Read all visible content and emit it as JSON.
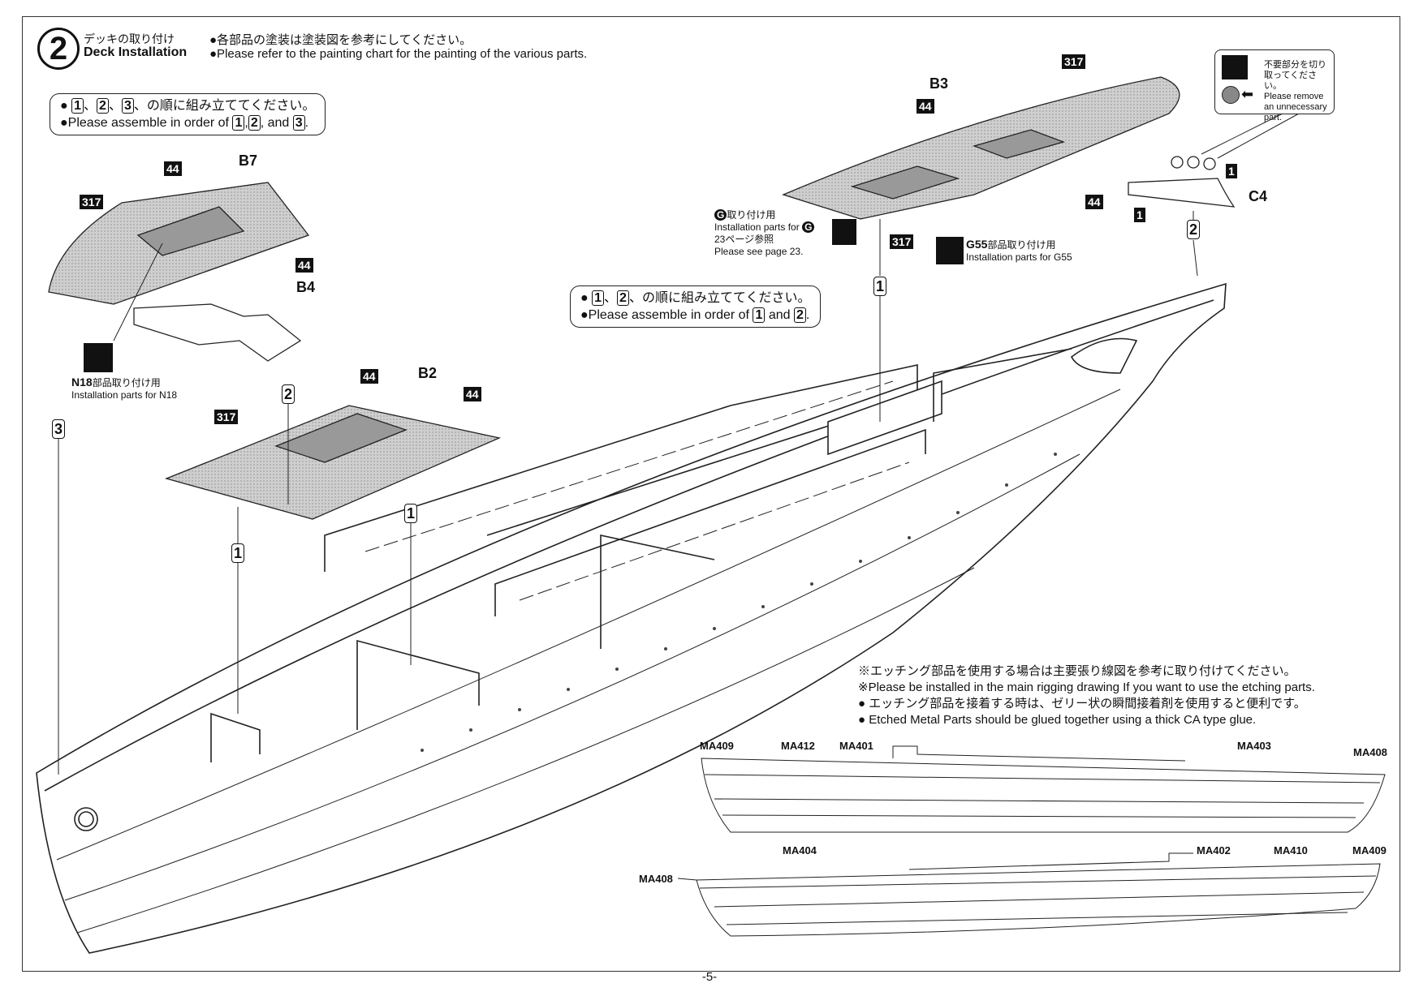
{
  "header": {
    "step_number": "2",
    "title_jp": "デッキの取り付け",
    "title_en": "Deck Installation",
    "note_jp": "●各部品の塗装は塗装図を参考にしてください。",
    "note_en": "●Please refer to the painting chart for the painting of the various parts."
  },
  "order_box_1": {
    "jp_prefix": "●",
    "jp_suffix": "、の順に組み立ててください。",
    "en_prefix": "●Please assemble in order of",
    "en_and": ", and",
    "steps": [
      "1",
      "2",
      "3"
    ]
  },
  "order_box_2": {
    "jp_prefix": "●",
    "jp_suffix": "、の順に組み立ててください。",
    "en_prefix": "●Please assemble in order of",
    "en_and": "and",
    "steps": [
      "1",
      "2"
    ]
  },
  "remove_note": {
    "jp": "不要部分を切り取ってください。",
    "en": "Please remove an unnecessary part."
  },
  "callouts": {
    "g_install_jp": "取り付け用",
    "g_letter": "G",
    "g_install_en": "Installation parts for",
    "g_page_jp": "23ページ参照",
    "g_page_en": "Please see page 23.",
    "g55_code": "G55",
    "g55_jp": "部品取り付け用",
    "g55_en": "Installation parts for G55",
    "n18_code": "N18",
    "n18_jp": "部品取り付け用",
    "n18_en": "Installation parts for N18"
  },
  "parts": {
    "b7": "B7",
    "b4": "B4",
    "b2": "B2",
    "b3": "B3",
    "c4": "C4",
    "paint_44": "44",
    "paint_317": "317",
    "paint_1": "1"
  },
  "assembly_steps": {
    "s1": "1",
    "s2": "2",
    "s3": "3"
  },
  "etching_notes": [
    "※エッチング部品を使用する場合は主要張り線図を参考に取り付けてください。",
    "※Please be installed in the main rigging drawing If you want to use the etching parts.",
    "● エッチング部品を接着する時は、ゼリー状の瞬間接着剤を使用すると便利です。",
    "● Etched Metal Parts should be glued together using a thick CA type glue."
  ],
  "rigging_labels_top": [
    "MA409",
    "MA412",
    "MA401",
    "MA403",
    "MA408"
  ],
  "rigging_labels_bottom": [
    "MA404",
    "MA402",
    "MA410",
    "MA409",
    "MA408"
  ],
  "page_number": "-5-"
}
